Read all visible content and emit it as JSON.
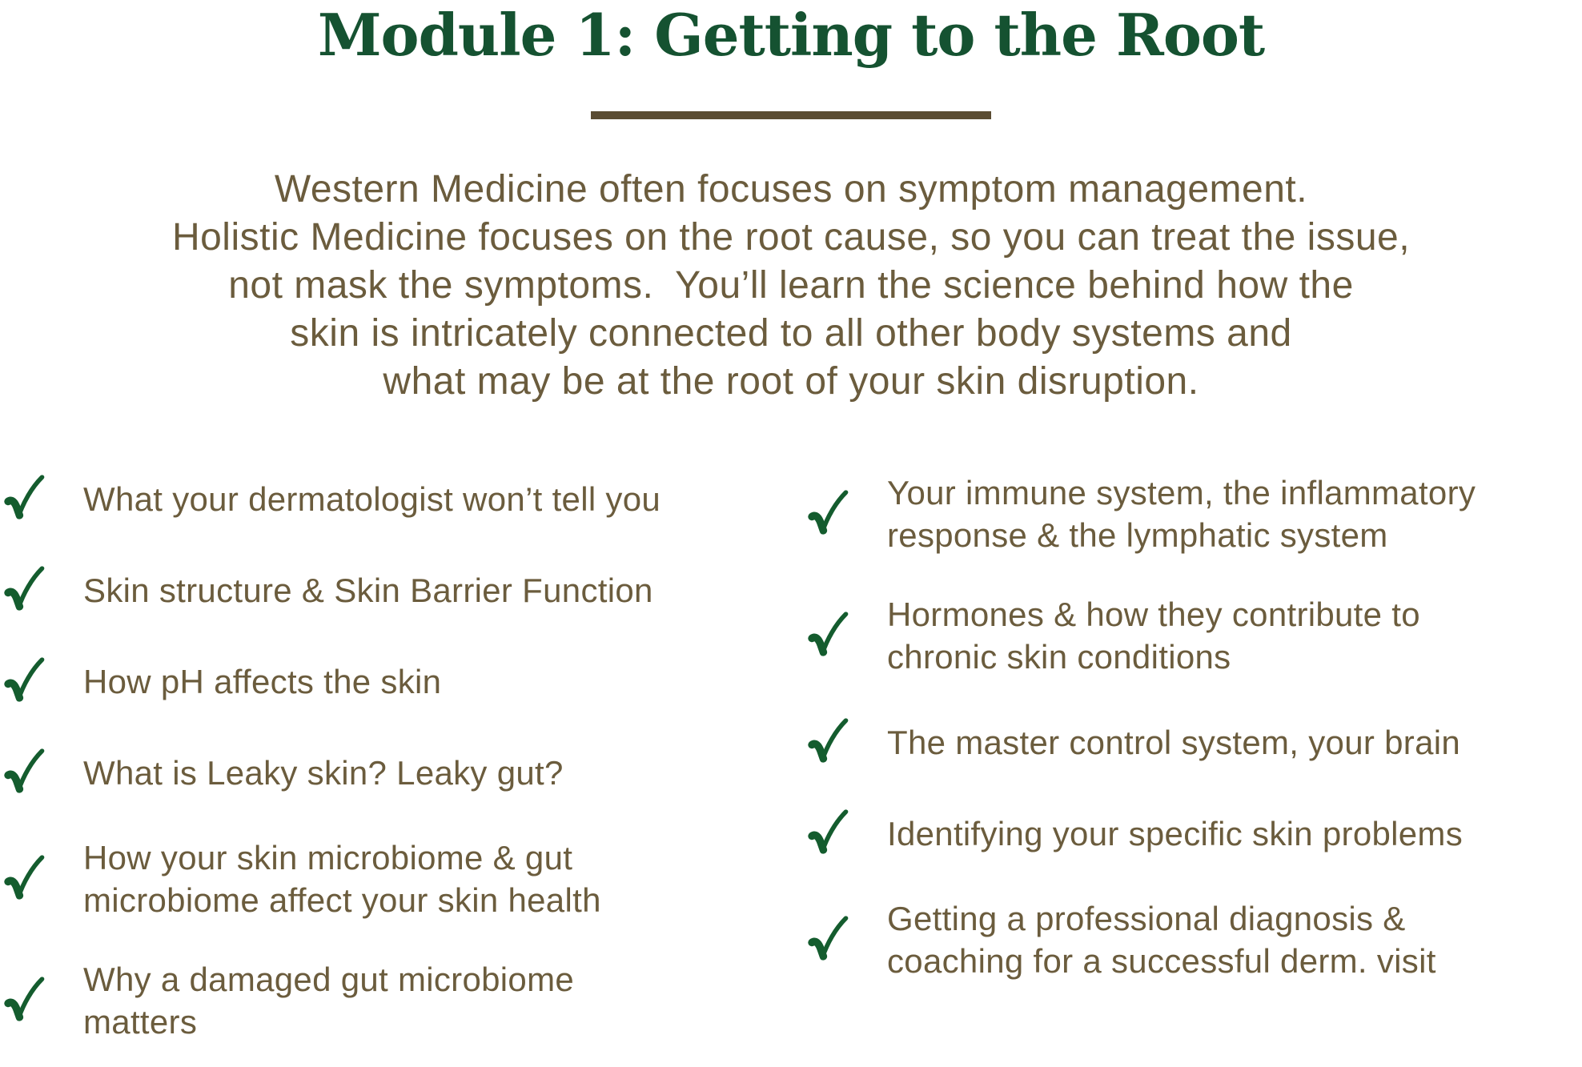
{
  "header": {
    "title": "Module 1: Getting to the Root"
  },
  "colors": {
    "title_green": "#155231",
    "check_green": "#145c2e",
    "body_brown": "#6b5c3d",
    "divider_brown": "#5a4c32",
    "background": "#ffffff"
  },
  "intro": {
    "lines": [
      "Western Medicine often focuses on symptom management.",
      "Holistic Medicine focuses on the root cause, so you can treat the issue,",
      "not mask the symptoms.  You’ll learn the science behind how the",
      "skin is intricately connected to all other body systems and",
      "what may be at the root of your skin disruption."
    ]
  },
  "checklist": {
    "check_icon": "green-handdrawn-checkmark",
    "left": [
      {
        "lines": [
          "What your dermatologist won’t tell you"
        ]
      },
      {
        "lines": [
          "Skin structure & Skin Barrier Function"
        ]
      },
      {
        "lines": [
          "How pH affects the skin"
        ]
      },
      {
        "lines": [
          "What is Leaky skin? Leaky gut?"
        ]
      },
      {
        "lines": [
          "How your skin microbiome & gut",
          "microbiome affect your skin health"
        ]
      },
      {
        "lines": [
          "Why a damaged gut microbiome",
          "matters"
        ]
      }
    ],
    "right": [
      {
        "lines": [
          "Your immune system, the inflammatory",
          "response & the lymphatic system"
        ]
      },
      {
        "lines": [
          "Hormones & how they contribute to",
          "chronic skin conditions"
        ]
      },
      {
        "lines": [
          "The master control system, your brain"
        ]
      },
      {
        "lines": [
          "Identifying your specific skin problems"
        ]
      },
      {
        "lines": [
          "Getting a professional diagnosis &",
          "coaching for a successful derm. visit"
        ]
      }
    ]
  }
}
